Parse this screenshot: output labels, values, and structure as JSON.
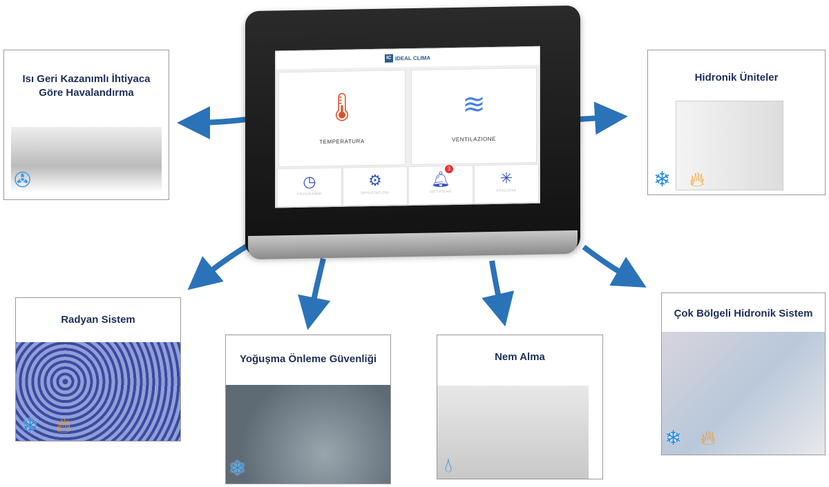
{
  "tablet": {
    "logo": "IDEAL CLIMA",
    "tiles": [
      {
        "label": "TEMPERATURA",
        "icon": "thermometer-icon"
      },
      {
        "label": "VENTILAZIONE",
        "icon": "wind-icon"
      }
    ],
    "small_tiles": [
      {
        "label": "PROGRAMMI",
        "icon": "clock-icon"
      },
      {
        "label": "IMPOSTAZIONI",
        "icon": "gear-icon"
      },
      {
        "label": "NOTIFICHE",
        "icon": "bell-icon",
        "badge": "3"
      },
      {
        "label": "STAGIONE",
        "icon": "snowflake-icon"
      }
    ]
  },
  "cards": {
    "heat_recovery": {
      "title": "Isı Geri Kazanımlı İhtiyaca Göre Havalandırma",
      "icons": [
        "fan-icon"
      ]
    },
    "hydronic_units": {
      "title": "Hidronik Üniteler",
      "icons": [
        "snowflake-icon",
        "flame-icon"
      ]
    },
    "radiant": {
      "title": "Radyan Sistem",
      "icons": [
        "snowflake-icon",
        "flame-icon"
      ]
    },
    "condensation": {
      "title": "Yoğuşma Önleme Güvenliği",
      "icons": [
        "snowflake-icon"
      ]
    },
    "dehumidification": {
      "title": "Nem Alma",
      "icons": [
        "water-drop-icon"
      ]
    },
    "multizone": {
      "title": "Çok Bölgeli Hidronik Sistem",
      "icons": [
        "snowflake-icon",
        "flame-icon"
      ]
    }
  },
  "colors": {
    "arrow": "#2b73b8",
    "title": "#1d2f5a"
  }
}
